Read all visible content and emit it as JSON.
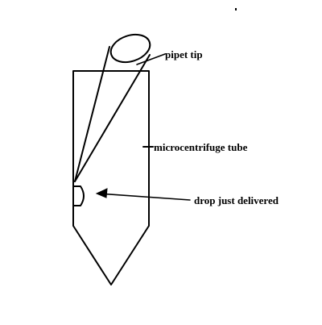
{
  "labels": {
    "pipet_tip": "pipet tip",
    "microcentrifuge_tube": "microcentrifuge tube",
    "drop_just_delivered": "drop just delivered"
  },
  "colors": {
    "ink": "#000000",
    "background": "#ffffff"
  }
}
